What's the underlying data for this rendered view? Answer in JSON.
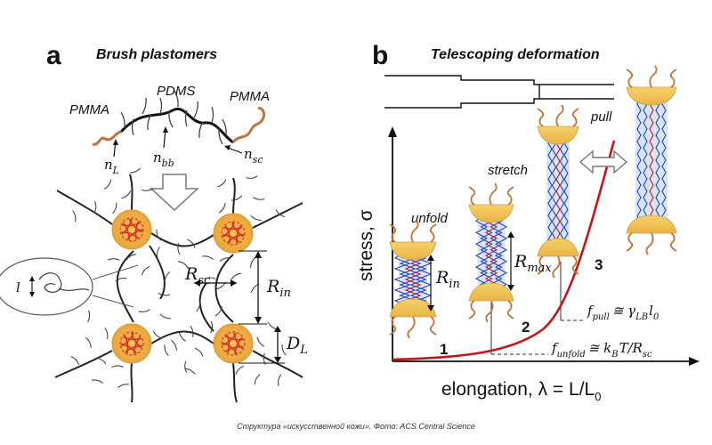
{
  "panel_a": {
    "letter": "a",
    "title": "Brush plastomers",
    "labels": {
      "pmma_left": "PMMA",
      "pdms": "PDMS",
      "pmma_right": "PMMA",
      "n_l": "n",
      "n_l_sub": "L",
      "n_bb": "n",
      "n_bb_sub": "bb",
      "n_sc": "n",
      "n_sc_sub": "sc",
      "r_sc": "R",
      "r_sc_sub": "sc",
      "r_in": "R",
      "r_in_sub": "in",
      "d_l": "D",
      "d_l_sub": "L",
      "l": "l"
    }
  },
  "panel_b": {
    "letter": "b",
    "title": "Telescoping deformation",
    "y_axis": "stress, σ",
    "x_axis": "elongation, λ = L/L",
    "x_axis_sub": "0",
    "stages": [
      {
        "num": "1",
        "label": "unfold",
        "dim": "R",
        "dim_sub": "in"
      },
      {
        "num": "2",
        "label": "stretch",
        "dim": "R",
        "dim_sub": "max"
      },
      {
        "num": "3",
        "label": "pull"
      }
    ],
    "f_pull": {
      "f": "f",
      "sub": "pull",
      "rhs": "≅ γ",
      "rhs_sub": "LB",
      "rhs2": "l",
      "rhs2_sub": "0"
    },
    "f_unfold": {
      "f": "f",
      "sub": "unfold",
      "rhs": "≅ k",
      "rhs_sub": "B",
      "rhs2": "T/R",
      "rhs2_sub": "sc"
    }
  },
  "caption": "Структура «искусственной кожи». Фото: ACS Central Science",
  "colors": {
    "curve": "#c0161c",
    "micelle": "#f0c860",
    "pmma": "#c0743a",
    "core": "#d83020",
    "bridge": "#2b3fbf"
  }
}
